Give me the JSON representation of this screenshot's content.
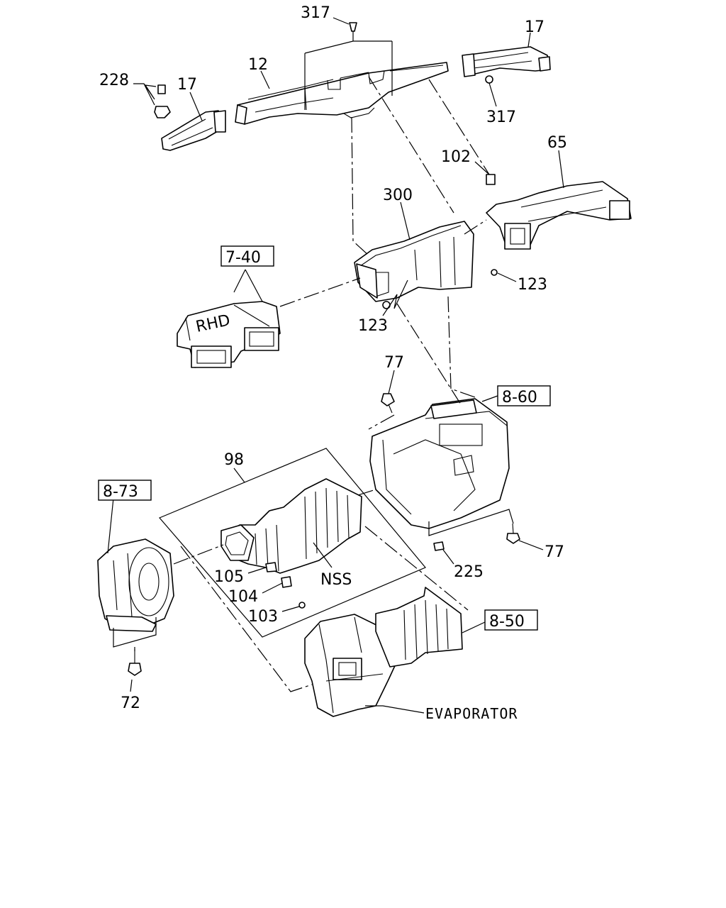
{
  "diagram": {
    "labels": {
      "p317_top": "317",
      "p17_right": "17",
      "p12": "12",
      "p228": "228",
      "p17_left": "17",
      "p317_right": "317",
      "p65": "65",
      "p102": "102",
      "p300": "300",
      "p123_right": "123",
      "p123_mid": "123",
      "p77_top": "77",
      "p98": "98",
      "p77_right": "77",
      "p225": "225",
      "p105": "105",
      "p104": "104",
      "p103": "103",
      "nss": "NSS",
      "p72": "72",
      "evaporator": "EVAPORATOR",
      "rhd": "RHD"
    },
    "references": {
      "ref_7_40": "7-40",
      "ref_8_60": "8-60",
      "ref_8_73": "8-73",
      "ref_8_50": "8-50"
    }
  }
}
